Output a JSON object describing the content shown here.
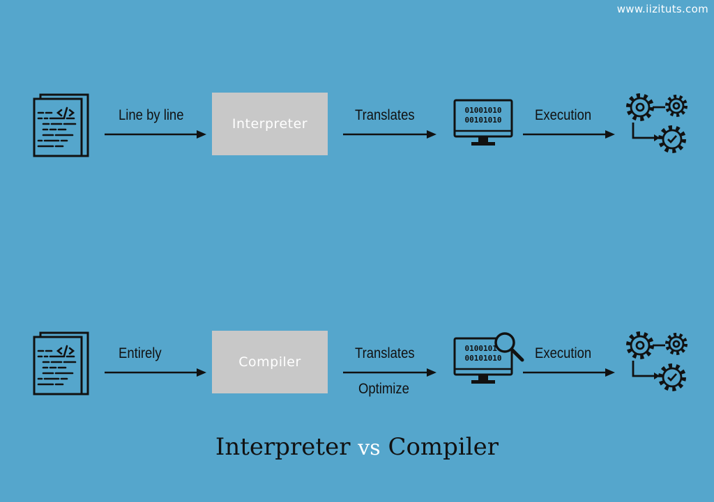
{
  "watermark": "www.iizituts.com",
  "title": {
    "left": "Interpreter",
    "vs": "vs",
    "right": "Compiler"
  },
  "rows": [
    {
      "input_label": "Line by line",
      "box_label": "Interpreter",
      "translate_label": "Translates",
      "extra_label": "",
      "execution_label": "Execution",
      "binary": [
        "01001010",
        "00101010"
      ],
      "icons": [
        "code-document-icon",
        "binary-monitor-icon",
        "gears-execution-icon"
      ]
    },
    {
      "input_label": "Entirely",
      "box_label": "Compiler",
      "translate_label": "Translates",
      "extra_label": "Optimize",
      "execution_label": "Execution",
      "binary": [
        "01001010",
        "00101010"
      ],
      "icons": [
        "code-document-icon",
        "binary-monitor-icon",
        "magnifier-icon",
        "gears-execution-icon"
      ]
    }
  ],
  "colors": {
    "background": "#55a6cc",
    "box": "#c8c8c8",
    "box_text": "#ffffff",
    "stroke": "#111111"
  }
}
